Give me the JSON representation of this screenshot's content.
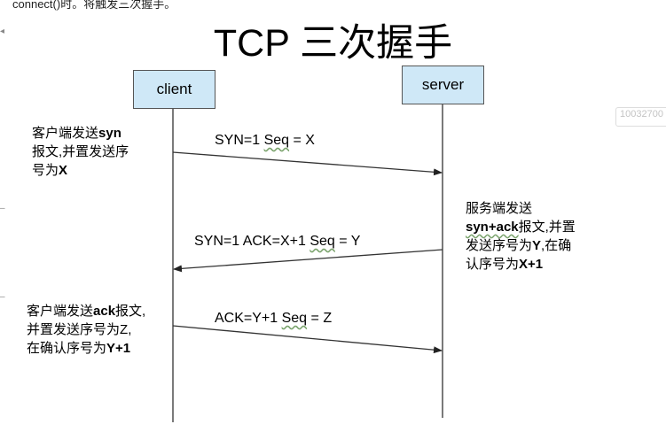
{
  "caption": "connect()时。将触发三次握手。",
  "title": "TCP 三次握手",
  "client_label": "client",
  "server_label": "server",
  "messages": {
    "syn_pre": "SYN=1  ",
    "syn_seq": "Seq",
    "syn_post": " = X",
    "synack_pre": "SYN=1  ACK=X+1 ",
    "synack_seq": "Seq",
    "synack_post": " = Y",
    "ack_pre": "ACK=Y+1 ",
    "ack_seq": "Seq",
    "ack_post": " = Z"
  },
  "notes": {
    "client_syn": {
      "l1a": "客户端发送",
      "l1b": "syn",
      "l2": "报文,并置发送序",
      "l3a": "号为",
      "l3b": "X"
    },
    "server_synack": {
      "l1": "服务端发送",
      "l2a": "syn+ack",
      "l2b": "报文,并置",
      "l3a": "发送序号为",
      "l3b": "Y",
      "l3c": ",在确",
      "l4a": "认序号为",
      "l4b": "X+1"
    },
    "client_ack": {
      "l1a": "客户端发送",
      "l1b": "ack",
      "l1c": "报文,",
      "l2a": "并置发送序号为",
      "l2b": "Z",
      "l2c": ",",
      "l3a": "在确认序号为",
      "l3b": "Y+1"
    }
  },
  "side_id": "10032700"
}
